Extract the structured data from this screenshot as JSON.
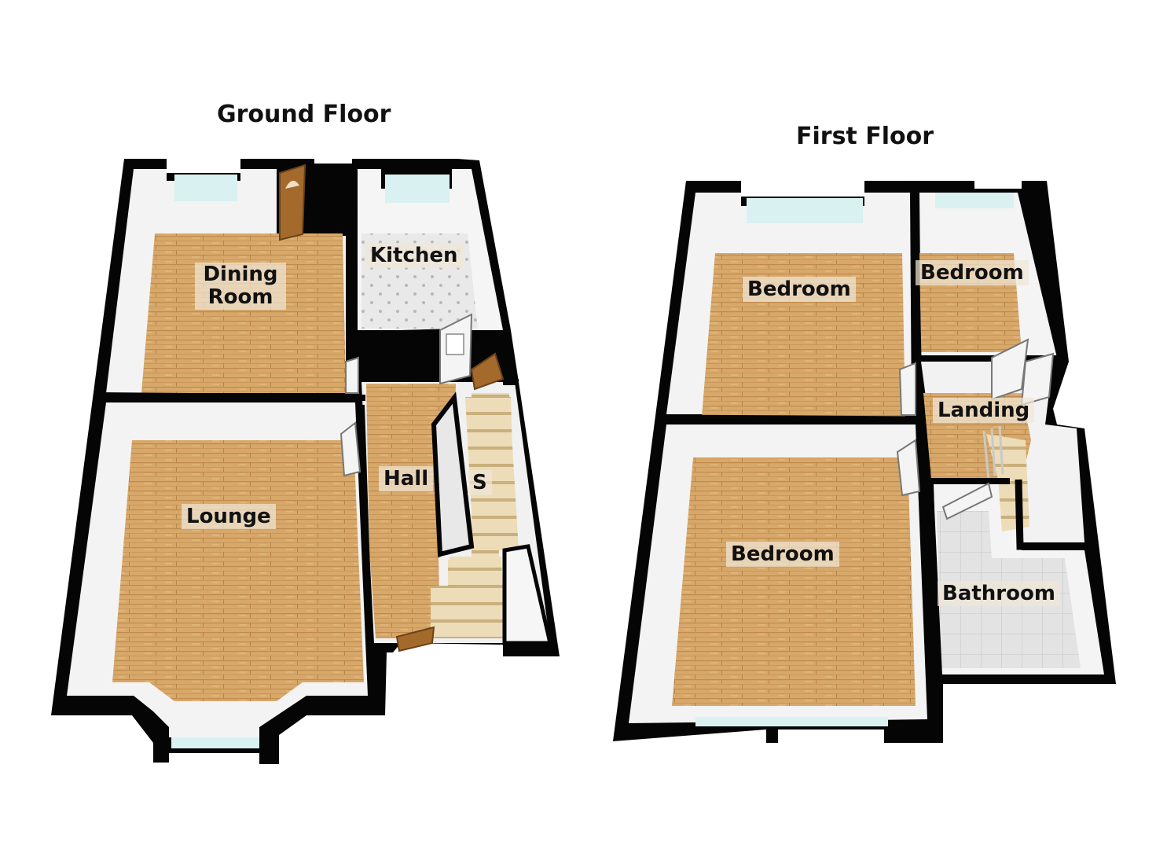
{
  "floors": {
    "ground": {
      "title": "Ground Floor",
      "rooms": {
        "dining": "Dining Room",
        "kitchen": "Kitchen",
        "hall": "Hall",
        "stairs": "S",
        "lounge": "Lounge"
      }
    },
    "first": {
      "title": "First Floor",
      "rooms": {
        "bedroom_main": "Bedroom",
        "bedroom_small": "Bedroom",
        "landing": "Landing",
        "bedroom_front": "Bedroom",
        "bathroom": "Bathroom"
      }
    }
  },
  "colors": {
    "wall": "#050505",
    "wall_face": "#f4f4f4",
    "wood": "#d7a86a",
    "tile": "#e6e6e6",
    "glass": "#d9f1f0",
    "door": "#a46a2c"
  }
}
